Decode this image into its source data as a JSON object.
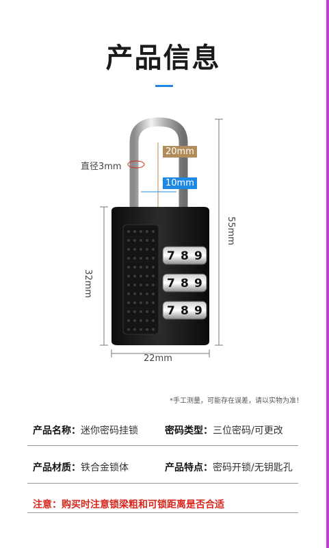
{
  "title": "产品信息",
  "dimensions": {
    "diameter": "直径3mm",
    "shackle_height": "20mm",
    "shackle_width": "10mm",
    "body_height": "32mm",
    "body_width": "22mm",
    "total_height": "55mm"
  },
  "dial_digits": [
    "7",
    "8",
    "9"
  ],
  "note": "*手工测量，可能存在误差，请以实物为准！",
  "specs": {
    "name": {
      "key": "产品名称：",
      "value": "迷你密码挂锁"
    },
    "password_type": {
      "key": "密码类型：",
      "value": "三位密码/可更改"
    },
    "material": {
      "key": "产品材质：",
      "value": "铁合金锁体"
    },
    "feature": {
      "key": "产品特点：",
      "value": "密码开锁/无钥匙孔"
    }
  },
  "warning": "注意：购买时注意锁梁粗和可锁距离是否合适",
  "colors": {
    "accent": "#1e88e5",
    "gold": "#b08d5a",
    "warning": "#d9261c",
    "stripe": "#c13bd6"
  }
}
